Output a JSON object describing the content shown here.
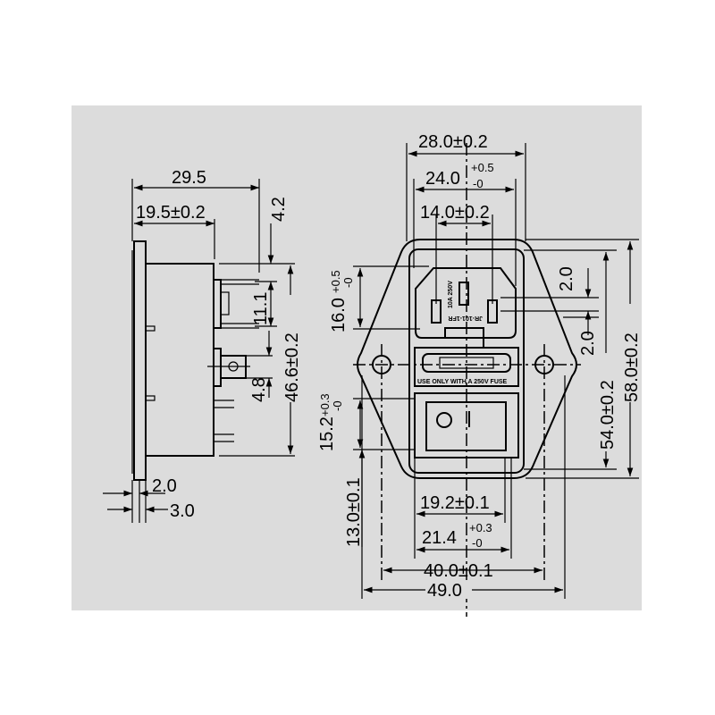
{
  "colors": {
    "panel": "#dcdcdc",
    "line": "#000000",
    "background": "#ffffff"
  },
  "front_view": {
    "overall_width": "28.0±0.2",
    "inlet_width": "24.0",
    "inlet_width_tol_plus": "+0.5",
    "inlet_width_tol_minus": "-0",
    "pin_spacing": "14.0±0.2",
    "inlet_height": "16.0",
    "inlet_height_tol_plus": "+0.5",
    "inlet_height_tol_minus": "-0",
    "pin_offset_top": "2.0",
    "pin_offset_bottom": "2.0",
    "cutout_height": "54.0±0.2",
    "overall_height": "58.0±0.2",
    "switch_height": "15.2",
    "switch_height_tol_plus": "+0.3",
    "switch_height_tol_minus": "-0",
    "switch_to_bottom": "13.0±0.1",
    "switch_width": "19.2±0.1",
    "switch_cutout_width": "21.4",
    "switch_cutout_tol_plus": "+0.3",
    "switch_cutout_tol_minus": "-0",
    "hole_spacing": "40.0±0.1",
    "flange_width": "49.0",
    "rating_label": "10A 250V",
    "model_label": "JR-101-1FR",
    "fuse_label": "USE ONLY WITH A 250V FUSE"
  },
  "side_view": {
    "total_depth": "29.5",
    "body_depth": "19.5±0.2",
    "terminal_offset": "4.2",
    "terminal_spacing": "11.1",
    "body_height": "46.6±0.2",
    "fuse_terminal": "4.8",
    "flange_thickness": "2.0",
    "panel_thickness": "3.0"
  }
}
